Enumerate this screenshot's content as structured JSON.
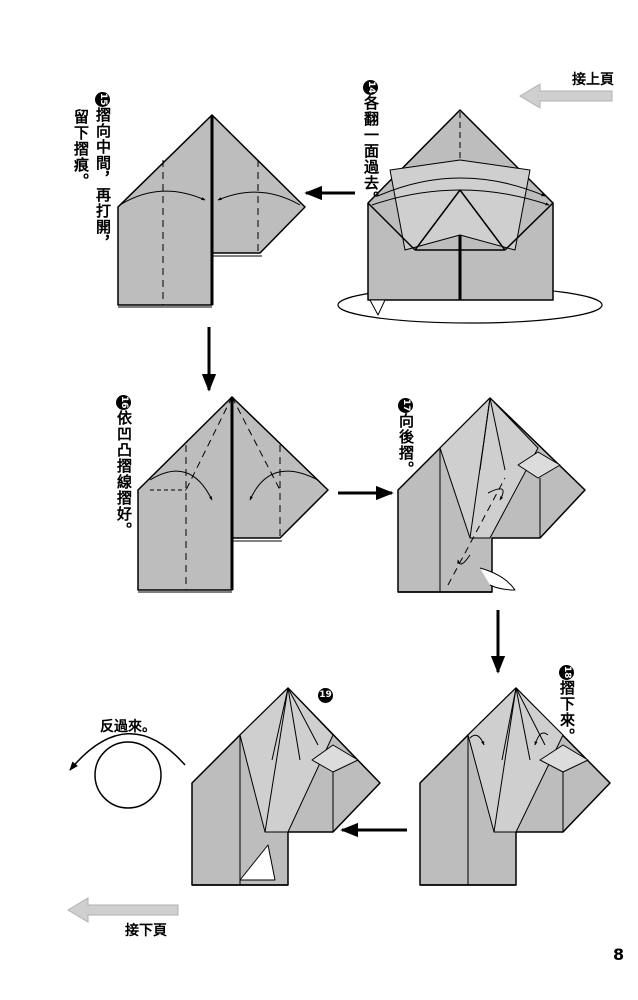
{
  "navigation": {
    "prev_label": "接上頁",
    "next_label": "接下頁"
  },
  "steps": [
    {
      "number": "14",
      "text": "各翻一面過去。"
    },
    {
      "number": "15",
      "text": "摺向中間，再打開，",
      "text2": "留下摺痕。"
    },
    {
      "number": "16",
      "text": "依凹凸摺線摺好。"
    },
    {
      "number": "17",
      "text": "向後摺。"
    },
    {
      "number": "18",
      "text": "摺下來。"
    },
    {
      "number": "19",
      "text": ""
    }
  ],
  "flip_label": "反過來。",
  "page_number": "8",
  "colors": {
    "paper_fill": "#bdbdbd",
    "paper_light": "#cfcfcf",
    "nav_arrow": "#cfcfcf",
    "line": "#000000"
  }
}
